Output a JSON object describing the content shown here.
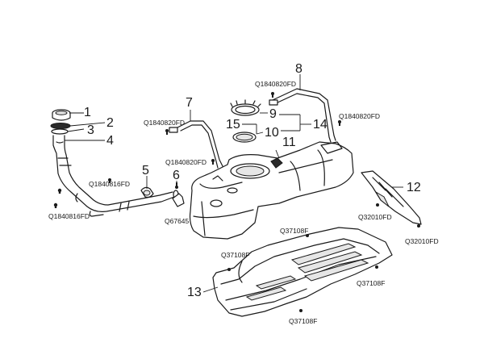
{
  "callouts": [
    {
      "id": "c1",
      "text": "1"
    },
    {
      "id": "c2",
      "text": "2"
    },
    {
      "id": "c3",
      "text": "3"
    },
    {
      "id": "c4",
      "text": "4"
    },
    {
      "id": "c5",
      "text": "5"
    },
    {
      "id": "c6",
      "text": "6"
    },
    {
      "id": "c7",
      "text": "7"
    },
    {
      "id": "c8",
      "text": "8"
    },
    {
      "id": "c9",
      "text": "9"
    },
    {
      "id": "c10",
      "text": "10"
    },
    {
      "id": "c11",
      "text": "11"
    },
    {
      "id": "c12",
      "text": "12"
    },
    {
      "id": "c13",
      "text": "13"
    },
    {
      "id": "c14",
      "text": "14"
    },
    {
      "id": "c15",
      "text": "15"
    }
  ],
  "part_codes": [
    {
      "id": "p1",
      "text": "Q1840820FD"
    },
    {
      "id": "p2",
      "text": "Q1840820FD"
    },
    {
      "id": "p3",
      "text": "Q1840820FD"
    },
    {
      "id": "p4",
      "text": "Q1840820FD"
    },
    {
      "id": "p5",
      "text": "Q1840816FD"
    },
    {
      "id": "p6",
      "text": "Q1840816FD"
    },
    {
      "id": "p7",
      "text": "Q67645"
    },
    {
      "id": "p8",
      "text": "Q32010FD"
    },
    {
      "id": "p9",
      "text": "Q32010FD"
    },
    {
      "id": "p10",
      "text": "Q37108F"
    },
    {
      "id": "p11",
      "text": "Q37108F"
    },
    {
      "id": "p12",
      "text": "Q37108F"
    },
    {
      "id": "p13",
      "text": "Q37108F"
    }
  ]
}
